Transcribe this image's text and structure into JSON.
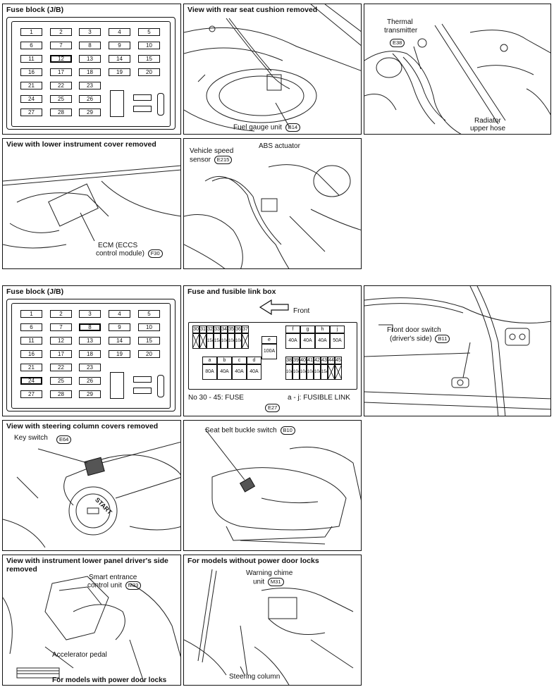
{
  "panels": {
    "fuse_block_1": {
      "title": "Fuse block (J/B)",
      "fuses": [
        "1",
        "2",
        "3",
        "4",
        "5",
        "6",
        "7",
        "8",
        "9",
        "10",
        "11",
        "12",
        "13",
        "14",
        "15",
        "16",
        "17",
        "18",
        "19",
        "20",
        "21",
        "22",
        "23",
        "24",
        "25",
        "26",
        "27",
        "28",
        "29"
      ],
      "highlighted": "12"
    },
    "rear_seat": {
      "title": "View with rear seat cushion removed",
      "label": "Fuel gauge unit",
      "connector": "B14"
    },
    "thermal": {
      "label_top": "Thermal",
      "label_top2": "transmitter",
      "connector": "E38",
      "label_bottom": "Radiator",
      "label_bottom2": "upper hose"
    },
    "lower_instrument": {
      "title": "View with lower instrument cover removed",
      "label1": "ECM (ECCS",
      "label2": "control module)",
      "connector": "F30"
    },
    "abs": {
      "label_vss1": "Vehicle speed",
      "label_vss2": "sensor",
      "connector": "E215",
      "label_abs": "ABS actuator"
    },
    "fuse_block_2": {
      "title": "Fuse block (J/B)",
      "fuses": [
        "1",
        "2",
        "3",
        "4",
        "5",
        "6",
        "7",
        "8",
        "9",
        "10",
        "11",
        "12",
        "13",
        "14",
        "15",
        "16",
        "17",
        "18",
        "19",
        "20",
        "21",
        "22",
        "23",
        "24",
        "25",
        "26",
        "27",
        "28",
        "29"
      ],
      "highlighted": [
        "8",
        "24"
      ]
    },
    "fusible_link": {
      "title": "Fuse and fusible link box",
      "front_label": "Front",
      "top_left_numbers": [
        "30",
        "31",
        "32",
        "33",
        "34",
        "35",
        "36",
        "37"
      ],
      "top_left_amps": [
        "",
        "",
        "15A",
        "15A",
        "10A",
        "10A",
        "10A",
        ""
      ],
      "e_label": "e",
      "e_amp": "100A",
      "abcd_labels": [
        "a",
        "b",
        "c",
        "d"
      ],
      "abcd_amps": [
        "80A",
        "40A",
        "40A",
        "40A"
      ],
      "fghj_labels": [
        "f",
        "g",
        "h",
        "j"
      ],
      "fghj_amps": [
        "40A",
        "40A",
        "40A",
        "50A"
      ],
      "bottom_right_numbers": [
        "38",
        "39",
        "40",
        "41",
        "42",
        "43",
        "44",
        "45"
      ],
      "bottom_right_amps": [
        "10A",
        "10A",
        "10A",
        "10A",
        "10A",
        "15A",
        "",
        ""
      ],
      "footer_left": "No 30 - 45:  FUSE",
      "footer_right": "a - j:  FUSIBLE LINK",
      "connector": "E27"
    },
    "door_switch": {
      "label1": "Front door switch",
      "label2": "(driver's side)",
      "connector": "B11"
    },
    "steering_column": {
      "title": "View with steering column covers removed",
      "label": "Key switch",
      "connector": "E64",
      "start_text": "START"
    },
    "seat_belt": {
      "label": "Seat belt buckle switch",
      "connector": "B10"
    },
    "instrument_lower": {
      "title1": "View with instrument lower panel driver's side",
      "title2": "removed",
      "label1": "Smart entrance",
      "label2": "control unit",
      "connector": "M33",
      "pedal_label": "Accelerator pedal",
      "footer": "For models with power door locks"
    },
    "warning_chime": {
      "title": "For models without power door locks",
      "label1": "Warning chime",
      "label2": "unit",
      "connector": "M31",
      "steering_label": "Steering column"
    }
  }
}
